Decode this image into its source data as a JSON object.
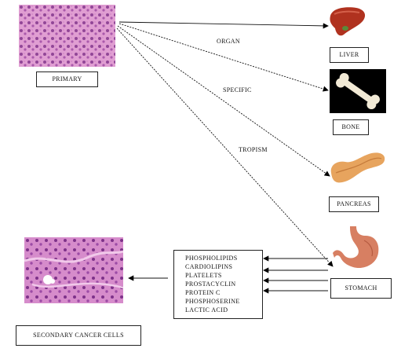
{
  "primary": {
    "label": "PRIMARY"
  },
  "arrow_labels": {
    "organ": "ORGAN",
    "specific": "SPECIFIC",
    "tropism": "TROPISM"
  },
  "organs": [
    {
      "name": "LIVER",
      "icon": "liver-icon"
    },
    {
      "name": "BONE",
      "icon": "bone-icon"
    },
    {
      "name": "PANCREAS",
      "icon": "pancreas-icon"
    },
    {
      "name": "STOMACH",
      "icon": "stomach-icon"
    }
  ],
  "molecules": [
    "PHOSPHOLIPIDS",
    "CARDIOLIPINS",
    "PLATELETS",
    "PROSTACYCLIN",
    "PROTEIN C",
    "PHOSPHOSERINE",
    "LACTIC ACID"
  ],
  "secondary": {
    "label": "SECONDARY CANCER CELLS"
  },
  "colors": {
    "tissue_pink": "#d98ac9",
    "tissue_purple": "#8a3c8f",
    "liver": "#b0321f",
    "bone": "#f2ead6",
    "pancreas": "#e7a45e",
    "stomach": "#d77f62"
  }
}
